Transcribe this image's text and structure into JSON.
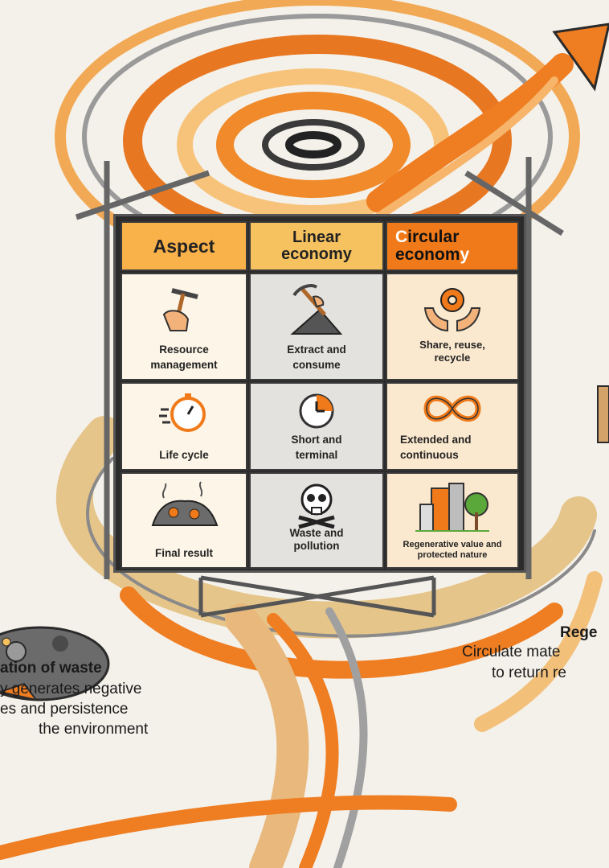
{
  "table": {
    "headers": {
      "aspect": "Aspect",
      "linear": "Linear economy",
      "circular_lead": "C",
      "circular_rest": "ircular econom",
      "circular_tail": "y"
    },
    "rows": [
      {
        "aspect": "Resource management",
        "linear": "Extract and consume",
        "circular": "Share, reuse, recycle"
      },
      {
        "aspect": "Life cycle",
        "linear": "Short and terminal",
        "circular": "Extended and continuous"
      },
      {
        "aspect": "Final result",
        "linear": "Waste and pollution",
        "circular": "Regenerative value and protected nature"
      }
    ]
  },
  "captions": {
    "left_title": "ation of waste",
    "left_line1": "y generates negative",
    "left_line2": "es and persistence",
    "left_line3": "the environment",
    "right_title": "Rege",
    "right_line1": "Circulate mate",
    "right_line2": "to return re"
  },
  "colors": {
    "orange": "#f07a1a",
    "amber": "#f6c25f",
    "dark": "#2b2b2b"
  }
}
